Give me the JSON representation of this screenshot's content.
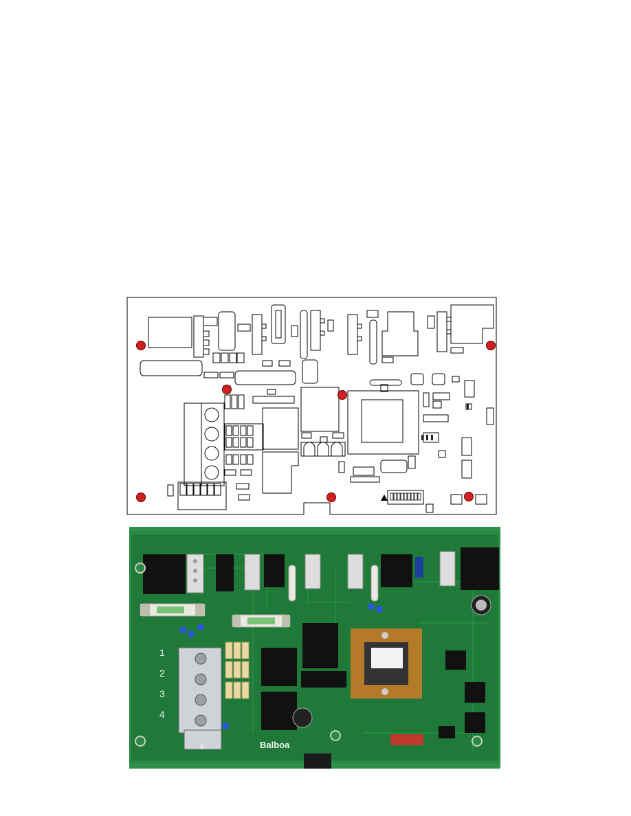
{
  "diagram": {
    "terminal_labels": [
      "1",
      "2",
      "3",
      "4"
    ],
    "dip_switch_count": 10,
    "mount_hole_color": "#d21f1f"
  },
  "photo": {
    "terminal_numbers": [
      "1",
      "2",
      "3",
      "4"
    ],
    "bottom_terminal_number": "4",
    "brand_logo": "Balboa",
    "board_color": "#1f7a3a"
  }
}
